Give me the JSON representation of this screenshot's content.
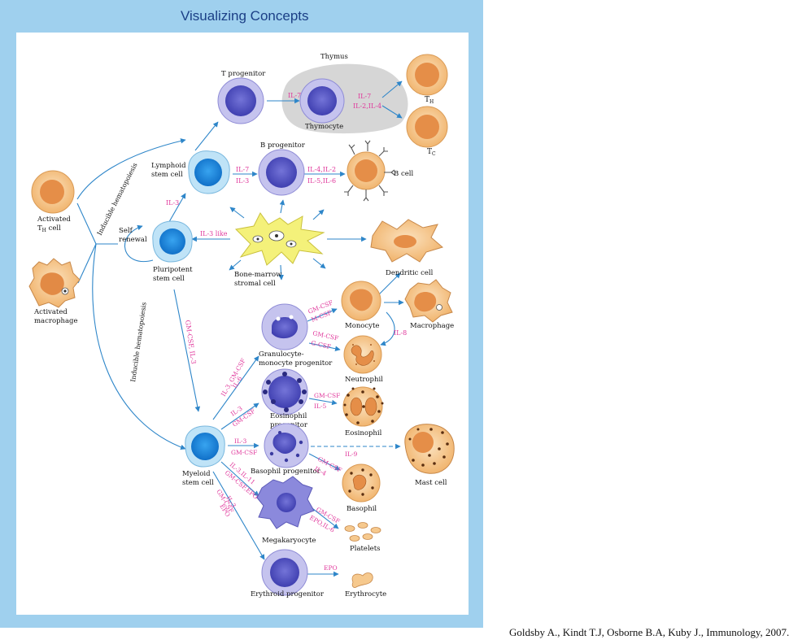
{
  "header": {
    "title": "Visualizing Concepts"
  },
  "citation": "Goldsby A., Kindt T.J, Osborne B.A, Kuby J., Immunology, 2007.",
  "colors": {
    "border": "#9fd0ee",
    "panel": "#ffffff",
    "arrow": "#2e86c9",
    "cytokine": "#e0379b",
    "progenitor_fill": "#5e5ec8",
    "progenitor_ring": "#c5c3ee",
    "stem_nucleus": "#1c88e0",
    "stem_ring": "#bfe3f7",
    "mature_cytoplasm": "#f6c98e",
    "mature_nucleus": "#e69b54",
    "thymus": "#d6d6d6",
    "stromal": "#f4f17a"
  },
  "cells": {
    "activated_th": "Activated",
    "activated_th_2": "T",
    "activated_th_sub": "H",
    "activated_th_3": "cell",
    "activated_macrophage": "Activated",
    "activated_macrophage_2": "macrophage",
    "lymphoid_stem": "Lymphoid",
    "lymphoid_stem_2": "stem cell",
    "self_renewal": "Self",
    "self_renewal_2": "renewal",
    "pluripotent": "Pluripotent",
    "pluripotent_2": "stem cell",
    "t_progenitor": "T progenitor",
    "thymus": "Thymus",
    "thymocyte": "Thymocyte",
    "th": "T",
    "th_sub": "H",
    "tc": "T",
    "tc_sub": "C",
    "b_progenitor": "B progenitor",
    "b_cell": "B cell",
    "stromal": "Bone-marrow",
    "stromal_2": "stromal cell",
    "dendritic": "Dendritic cell",
    "monocyte": "Monocyte",
    "macrophage": "Macrophage",
    "gm_progenitor": "Granulocyte-",
    "gm_progenitor_2": "monocyte progenitor",
    "neutrophil": "Neutrophil",
    "eosinophil_progenitor": "Eosinophil",
    "eosinophil_progenitor_2": "progenitor",
    "eosinophil": "Eosinophil",
    "myeloid_stem": "Myeloid",
    "myeloid_stem_2": "stem cell",
    "basophil_progenitor": "Basophil progenitor",
    "mast_cell": "Mast cell",
    "basophil": "Basophil",
    "megakaryocyte": "Megakaryocyte",
    "platelets": "Platelets",
    "erythroid_progenitor": "Erythroid progenitor",
    "erythrocyte": "Erythrocyte"
  },
  "pathways": {
    "inducible_top": "Inducible hematopoiesis",
    "inducible_bottom": "Inducible hematopoiesis"
  },
  "cytokines": {
    "t_prog_1": "IL-7",
    "thymus_1": "IL-7",
    "thymus_2": "IL-2,IL-4",
    "lymph_b_1": "IL-7",
    "lymph_b_2": "IL-3",
    "b_bcell_1": "IL-4,IL-2",
    "b_bcell_2": "IL-5,IL-6",
    "pluri_lymph": "IL-3",
    "il3_like": "IL-3 like",
    "pluri_myeloid": "GM-CSF, IL-3",
    "mono_1": "GM-CSF",
    "mono_2": "M-CSF",
    "neut_1": "GM-CSF",
    "neut_2": "G-CSF",
    "il8": "IL-8",
    "myel_gm_1": "IL-3, GM-CSF",
    "myel_gm_2": "IL-6",
    "myel_eos_1": "IL-3",
    "myel_eos_2": "GM-CSF",
    "eos_1": "GM-CSF",
    "eos_2": "IL-5",
    "myel_baso_1": "IL-3",
    "myel_baso_2": "GM-CSF",
    "il9": "IL-9",
    "baso_1": "GM-CSF",
    "baso_2": "IL-4",
    "myel_mega_1": "IL-3,IL-11",
    "myel_mega_2": "GM-CSF,EPO",
    "myel_ery_1": "IL-3",
    "myel_ery_2": "GM-CSF",
    "myel_ery_3": "EPO",
    "mega_1": "GM-CSF",
    "mega_2": "EPO,IL-6",
    "epo": "EPO"
  }
}
